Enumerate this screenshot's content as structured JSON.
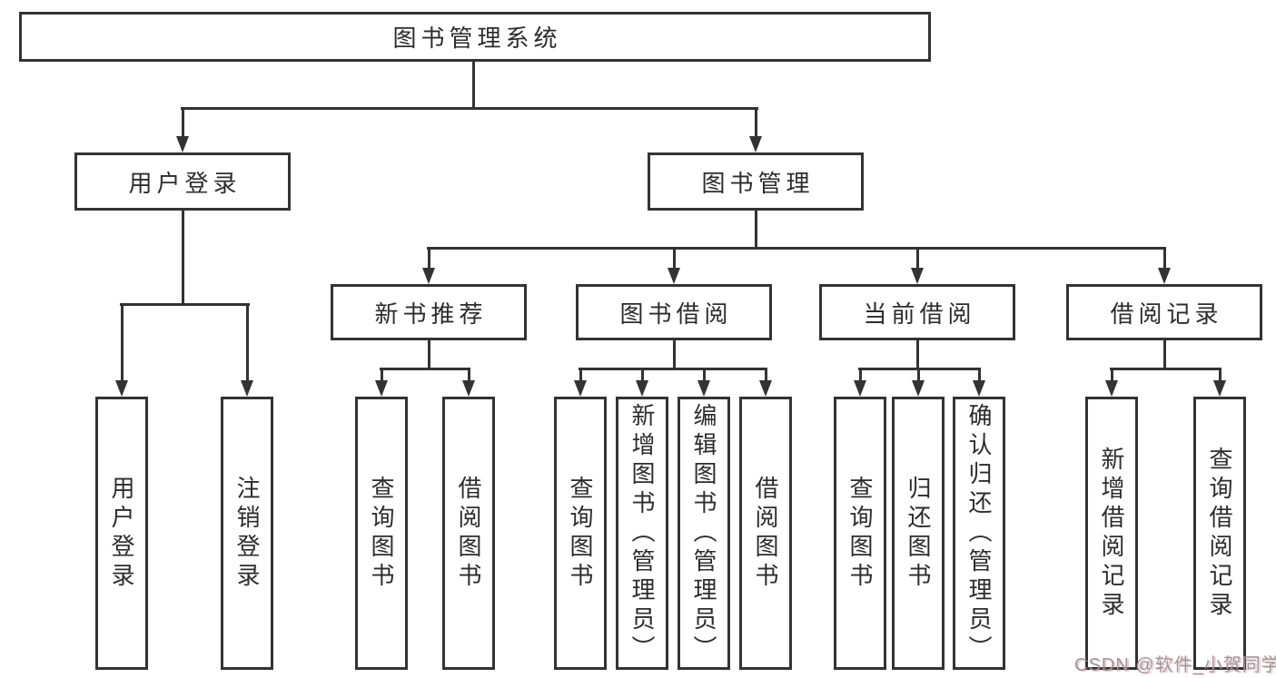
{
  "diagram_type": "hierarchy-tree",
  "colors": {
    "line": "#333333",
    "box_border": "#333333",
    "box_fill": "#ffffff",
    "text": "#2c2c2c",
    "watermark": "#9a9a9a"
  },
  "tree": {
    "label": "图书管理系统",
    "children": [
      {
        "label": "用户登录",
        "children": [
          {
            "label": "用户登录"
          },
          {
            "label": "注销登录"
          }
        ]
      },
      {
        "label": "图书管理",
        "children": [
          {
            "label": "新书推荐",
            "children": [
              {
                "label": "查询图书"
              },
              {
                "label": "借阅图书"
              }
            ]
          },
          {
            "label": "图书借阅",
            "children": [
              {
                "label": "查询图书"
              },
              {
                "label": "新增图书（管理员）"
              },
              {
                "label": "编辑图书（管理员）"
              },
              {
                "label": "借阅图书"
              }
            ]
          },
          {
            "label": "当前借阅",
            "children": [
              {
                "label": "查询图书"
              },
              {
                "label": "归还图书"
              },
              {
                "label": "确认归还（管理员）"
              }
            ]
          },
          {
            "label": "借阅记录",
            "children": [
              {
                "label": "新增借阅记录"
              },
              {
                "label": "查询借阅记录"
              }
            ]
          }
        ]
      }
    ]
  },
  "watermark": {
    "text": "CSDN @软件_小贺同学"
  }
}
